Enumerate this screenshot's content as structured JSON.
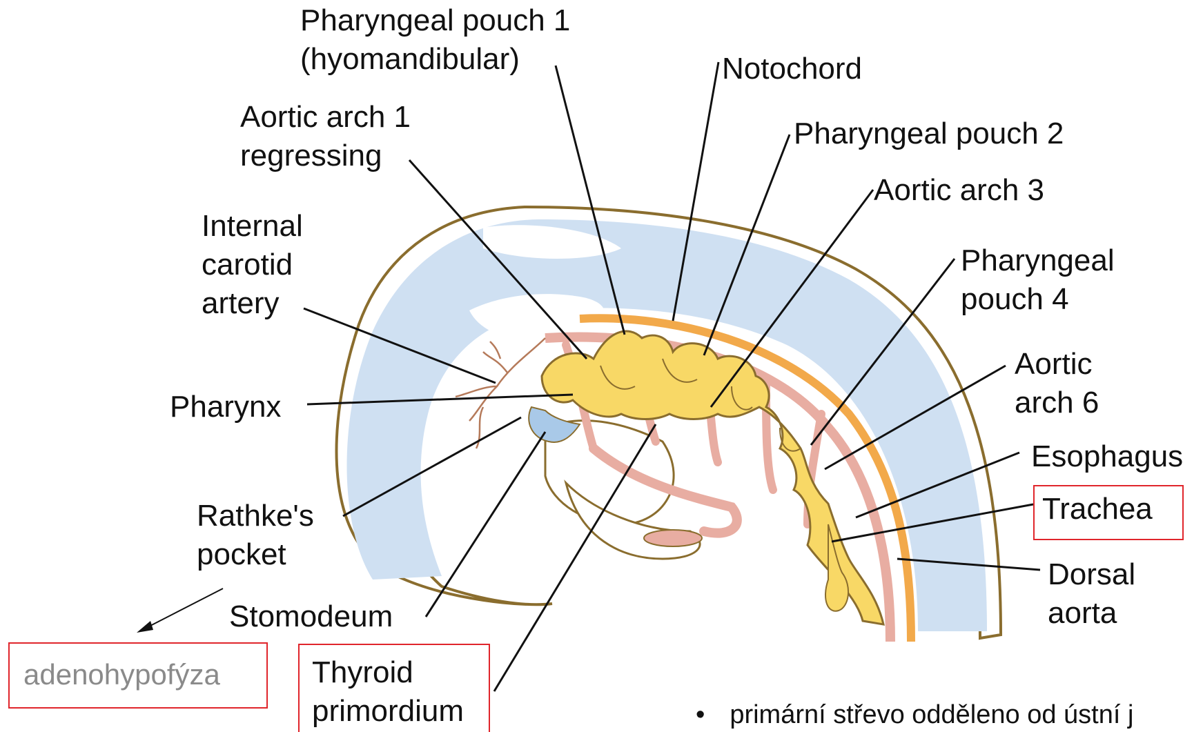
{
  "labels": {
    "pharyngeal_pouch_1": [
      "Pharyngeal pouch 1",
      "(hyomandibular)"
    ],
    "notochord": "Notochord",
    "aortic_arch_1": [
      "Aortic arch 1",
      "regressing"
    ],
    "pharyngeal_pouch_2": "Pharyngeal pouch 2",
    "aortic_arch_3": "Aortic arch 3",
    "internal_carotid": [
      "Internal",
      "carotid",
      "artery"
    ],
    "pharyngeal_pouch_4": [
      "Pharyngeal",
      "pouch 4"
    ],
    "aortic_arch_6": [
      "Aortic",
      "arch 6"
    ],
    "pharynx": "Pharynx",
    "esophagus": "Esophagus",
    "trachea": "Trachea",
    "rathkes_pocket": [
      "Rathke's",
      "pocket"
    ],
    "dorsal_aorta": [
      "Dorsal",
      "aorta"
    ],
    "stomodeum": "Stomodeum",
    "thyroid_primordium": [
      "Thyroid",
      "primordium"
    ],
    "adenohypofyza": "adenohypofýza"
  },
  "bullet_text": "primární střevo odděleno od ústní j",
  "colors": {
    "outline": "#8a6d2e",
    "mesenchyme": "#cfe0f2",
    "endoderm": "#f8d866",
    "vessel": "#e8ada2",
    "aorta": "#f2a94a",
    "highlight_box": "#e0252b",
    "muted_text": "#8a8a8a"
  }
}
